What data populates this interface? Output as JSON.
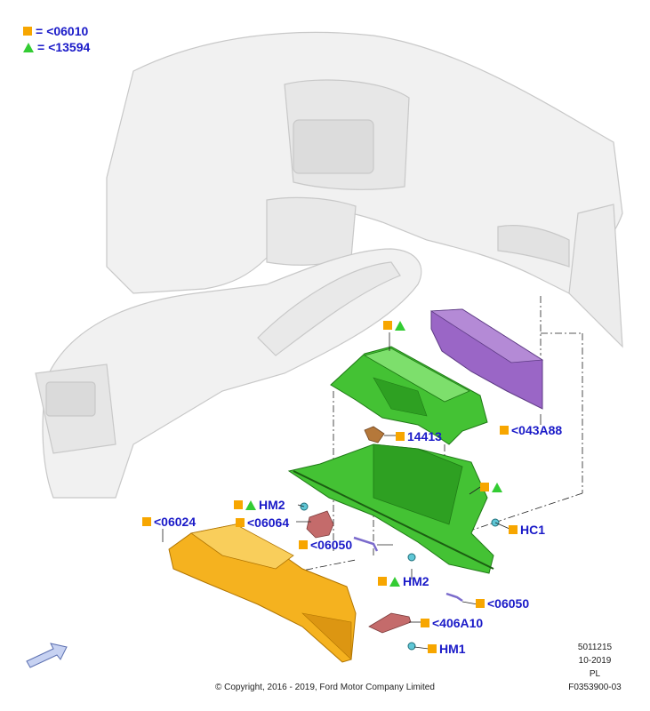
{
  "legend": [
    {
      "symbol": "square",
      "text": "<06010"
    },
    {
      "symbol": "triangle",
      "text": "<13594"
    }
  ],
  "legend_eq": "=",
  "callouts": [
    {
      "id": "c-top-markers",
      "symbols": [
        "square",
        "triangle"
      ],
      "text": ""
    },
    {
      "id": "c-043a88",
      "symbols": [
        "square"
      ],
      "text": "<043A88"
    },
    {
      "id": "c-14413",
      "symbols": [
        "square"
      ],
      "text": "14413"
    },
    {
      "id": "c-mid-markers",
      "symbols": [
        "square",
        "triangle"
      ],
      "text": ""
    },
    {
      "id": "c-hm2-a",
      "symbols": [
        "square",
        "triangle"
      ],
      "text": "HM2"
    },
    {
      "id": "c-06064",
      "symbols": [
        "square"
      ],
      "text": "<06064"
    },
    {
      "id": "c-06024",
      "symbols": [
        "square"
      ],
      "text": "<06024"
    },
    {
      "id": "c-hc1",
      "symbols": [
        "square"
      ],
      "text": "HC1"
    },
    {
      "id": "c-06050-a",
      "symbols": [
        "square"
      ],
      "text": "<06050"
    },
    {
      "id": "c-hm2-b",
      "symbols": [
        "square",
        "triangle"
      ],
      "text": "HM2"
    },
    {
      "id": "c-06050-b",
      "symbols": [
        "square"
      ],
      "text": "<06050"
    },
    {
      "id": "c-406a10",
      "symbols": [
        "square"
      ],
      "text": "<406A10"
    },
    {
      "id": "c-hm1",
      "symbols": [
        "square"
      ],
      "text": "HM1"
    }
  ],
  "meta": {
    "code": "5011215",
    "date": "10-2019",
    "region": "PL",
    "figure": "F0353900-03"
  },
  "copyright": "© Copyright, 2016 - 2019, Ford Motor Company Limited",
  "colors": {
    "square": "#f7a600",
    "triangle": "#33cc33",
    "label": "#1a1ac8",
    "green_part": "#44c234",
    "purple_part": "#9a66c6",
    "yellow_part": "#f5b21f",
    "red_part": "#c46b6b"
  }
}
